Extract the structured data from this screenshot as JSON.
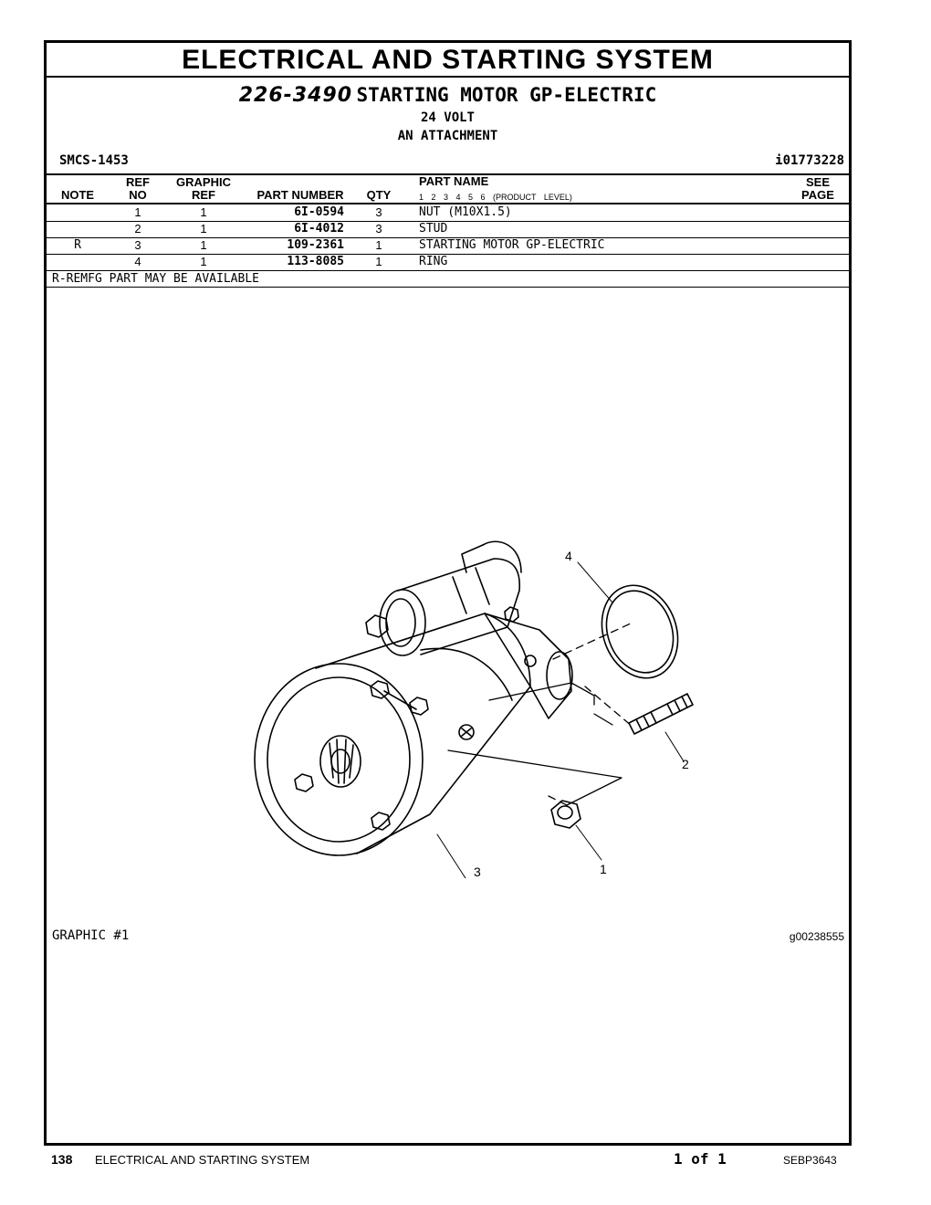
{
  "section_title": "ELECTRICAL AND STARTING SYSTEM",
  "group": {
    "number": "226-3490",
    "name": "STARTING MOTOR GP-ELECTRIC",
    "lines": [
      "24 VOLT",
      "AN ATTACHMENT"
    ]
  },
  "smcs": "SMCS-1453",
  "illustration_id": "i01773228",
  "table": {
    "headers": {
      "note": "NOTE",
      "ref_top": "REF",
      "ref_bottom": "NO",
      "graphic_top": "GRAPHIC",
      "graphic_bottom": "REF",
      "part_number": "PART NUMBER",
      "qty": "QTY",
      "part_name": "PART NAME",
      "levels": "1 2 3 4 5 6 (PRODUCT LEVEL)",
      "see_top": "SEE",
      "see_bottom": "PAGE"
    },
    "rows": [
      {
        "note": "",
        "ref": "1",
        "graphic": "1",
        "part_number": "6I-0594",
        "qty": "3",
        "name": "NUT (M10X1.5)"
      },
      {
        "note": "",
        "ref": "2",
        "graphic": "1",
        "part_number": "6I-4012",
        "qty": "3",
        "name": "STUD"
      },
      {
        "note": "R",
        "ref": "3",
        "graphic": "1",
        "part_number": "109-2361",
        "qty": "1",
        "name": "STARTING MOTOR GP-ELECTRIC"
      },
      {
        "note": "",
        "ref": "4",
        "graphic": "1",
        "part_number": "113-8085",
        "qty": "1",
        "name": "RING"
      }
    ],
    "footnote": "R-REMFG PART MAY BE AVAILABLE"
  },
  "graphic": {
    "label": "GRAPHIC #1",
    "id": "g00238555",
    "callouts": [
      "4",
      "2",
      "1",
      "3"
    ]
  },
  "footer": {
    "page": "138",
    "section": "ELECTRICAL AND STARTING SYSTEM",
    "of": "1 of 1",
    "doc": "SEBP3643"
  }
}
